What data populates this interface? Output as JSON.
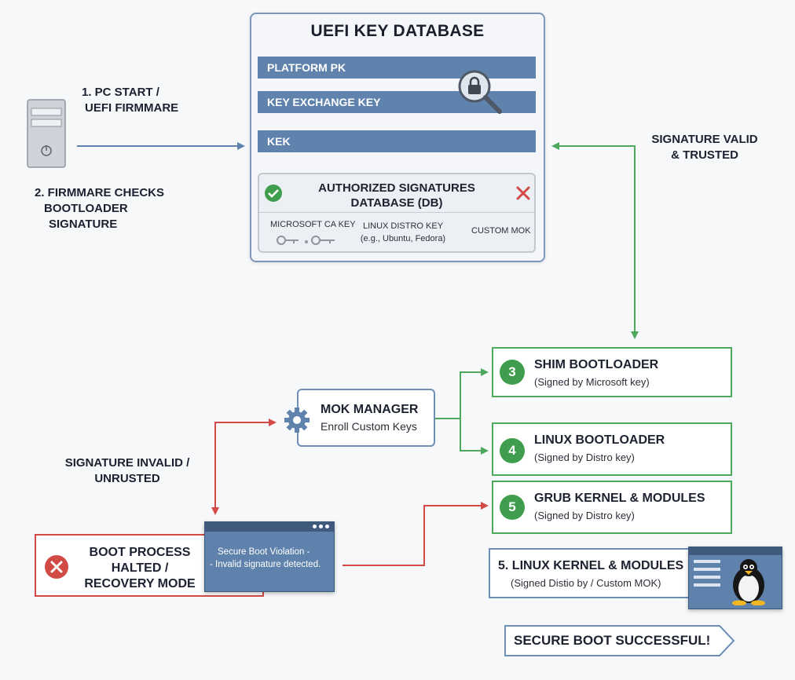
{
  "database": {
    "title": "UEFI KEY DATABASE",
    "key_rows": [
      "PLATFORM PK",
      "KEY EXCHANGE KEY",
      "KEK"
    ],
    "signatures_title_line1": "AUTHORIZED SIGNATURES",
    "signatures_title_line2": "DATABASE (DB)",
    "keys": {
      "microsoft": "MICROSOFT CA KEY",
      "linux_line1": "LINUX DISTRO KEY",
      "linux_line2": "(e.g., Ubuntu, Fedora)",
      "custom": "CUSTOM MOK"
    }
  },
  "labels": {
    "pc_start_line1": "1. PC START /",
    "pc_start_line2": "UEFI FIRMMARE",
    "check_line1": "2. FIRMMARE CHECKS",
    "check_line2": "BOOTLOADER",
    "check_line3": "SIGNATURE",
    "valid_line1": "SIGNATURE VALID",
    "valid_line2": "& TRUSTED",
    "invalid_line1": "SIGNATURE INVALID /",
    "invalid_line2": "UNRUSTED"
  },
  "mok": {
    "title": "MOK MANAGER",
    "subtitle": "Enroll Custom Keys"
  },
  "steps": [
    {
      "num": "3",
      "title": "SHIM BOOTLOADER",
      "sub": "(Signed by Microsoft key)"
    },
    {
      "num": "4",
      "title": "LINUX BOOTLOADER",
      "sub": "(Signed by Distro key)"
    },
    {
      "num": "5",
      "title": "GRUB KERNEL & MODULES",
      "sub": "(Signed by Distro key)"
    }
  ],
  "halt": {
    "line1": "BOOT PROCESS",
    "line2": "HALTED /",
    "line3": "RECOVERY MODE",
    "alert_line1": "Secure Boot Violation -",
    "alert_line2": "- Invalid signature detected."
  },
  "kernel": {
    "title": "5. LINUX KERNEL & MODULES",
    "sub": "(Signed Distio by / Custom MOK)"
  },
  "success": "SECURE BOOT SUCCESSFUL!",
  "icons": [
    "computer-tower-icon",
    "lock-magnifier-icon",
    "check-icon",
    "cross-icon",
    "keys-icon",
    "gear-icon",
    "error-icon",
    "tux-penguin-icon"
  ],
  "colors": {
    "trusted": "#3f9e4e",
    "failure": "#d24a46",
    "flow": "#5f83ad"
  }
}
